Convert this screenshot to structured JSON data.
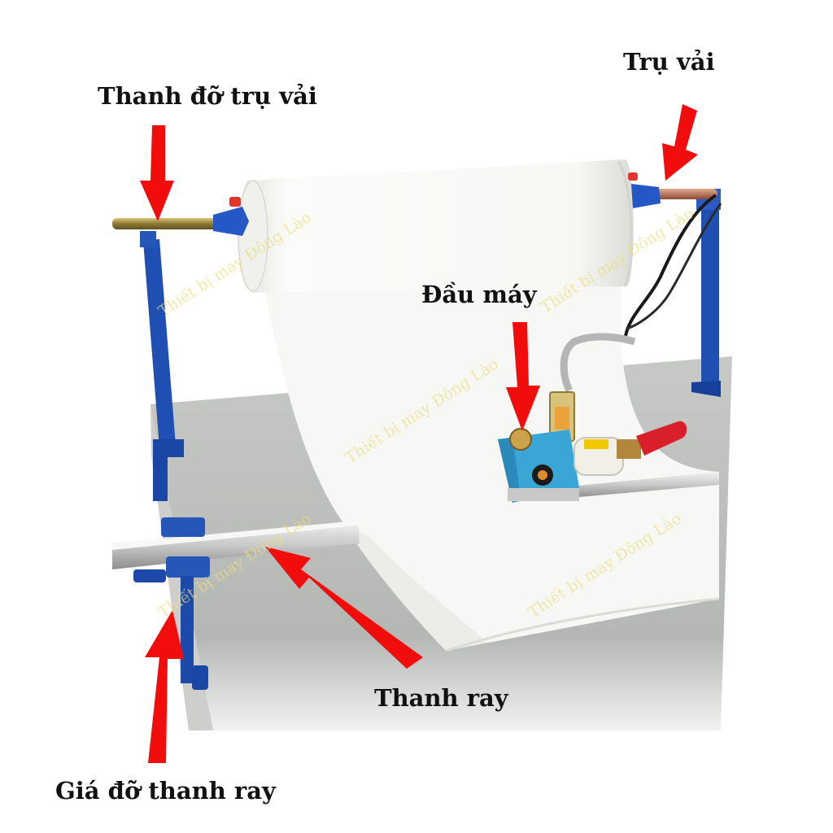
{
  "labels": {
    "fabric_shaft_support": "Thanh đỡ trụ vải",
    "fabric_shaft": "Trụ vải",
    "machine_head": "Đầu máy",
    "rail": "Thanh ray",
    "rail_stand": "Giá đỡ thanh ray"
  },
  "watermark": "Thiết bị may Đông Lào",
  "colors": {
    "arrow": "#f20d0d",
    "frame_blue": "#1f4fb3",
    "table_grey": "#b9bcb9",
    "fabric": "#f6f6f3",
    "machine_cyan": "#3aa6d6",
    "handle_red": "#d9202a"
  }
}
